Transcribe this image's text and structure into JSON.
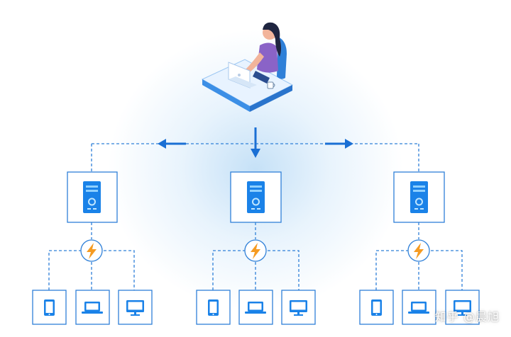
{
  "watermark": "知乎 @晨旭",
  "colors": {
    "line": "#2f80d8",
    "box_border": "#2f80d8",
    "server": "#1a82e8",
    "bolt": "#f59b22",
    "desk": "#3c8fe6"
  },
  "icons": [
    "user-at-laptop-illustration",
    "server-icon",
    "lightning-bolt-icon",
    "tablet-icon",
    "laptop-icon",
    "monitor-icon",
    "arrow-icon"
  ],
  "servers": [
    {
      "devices": [
        "tablet",
        "laptop",
        "monitor"
      ]
    },
    {
      "devices": [
        "tablet",
        "laptop",
        "monitor"
      ]
    },
    {
      "devices": [
        "tablet",
        "laptop",
        "monitor"
      ]
    }
  ]
}
